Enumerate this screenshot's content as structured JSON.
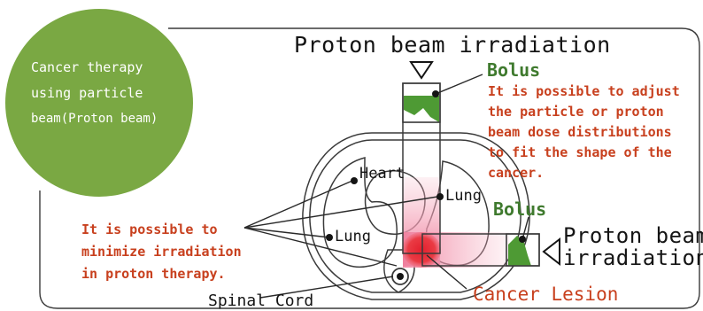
{
  "main_circle": {
    "lines": [
      "Cancer therapy",
      "using particle",
      "beam(Proton beam)"
    ]
  },
  "beam_top": {
    "label": "Proton beam irradiation"
  },
  "beam_right": {
    "label_line1": "Proton beam",
    "label_line2": "irradiation"
  },
  "bolus_top": {
    "label": "Bolus"
  },
  "bolus_right": {
    "label": "Bolus"
  },
  "note_right": {
    "lines": [
      "It is possible to adjust",
      "the particle or proton",
      "beam dose distributions",
      "to fit the shape of the",
      "cancer."
    ]
  },
  "note_left": {
    "lines": [
      "It is possible to",
      "minimize irradiation",
      "in proton therapy."
    ]
  },
  "organs": {
    "heart": "Heart",
    "lung_right": "Lung",
    "lung_left": "Lung",
    "spinal_cord": "Spinal Cord",
    "lesion": "Cancer Lesion"
  },
  "colors": {
    "green": "#7aa843",
    "bolus_green": "#4e9a34",
    "text_green": "#3f7a2e",
    "text_red": "#c8401e",
    "lesion": "#e8323c",
    "dose": "#f4a2b6",
    "outline": "#3a3a3a"
  }
}
